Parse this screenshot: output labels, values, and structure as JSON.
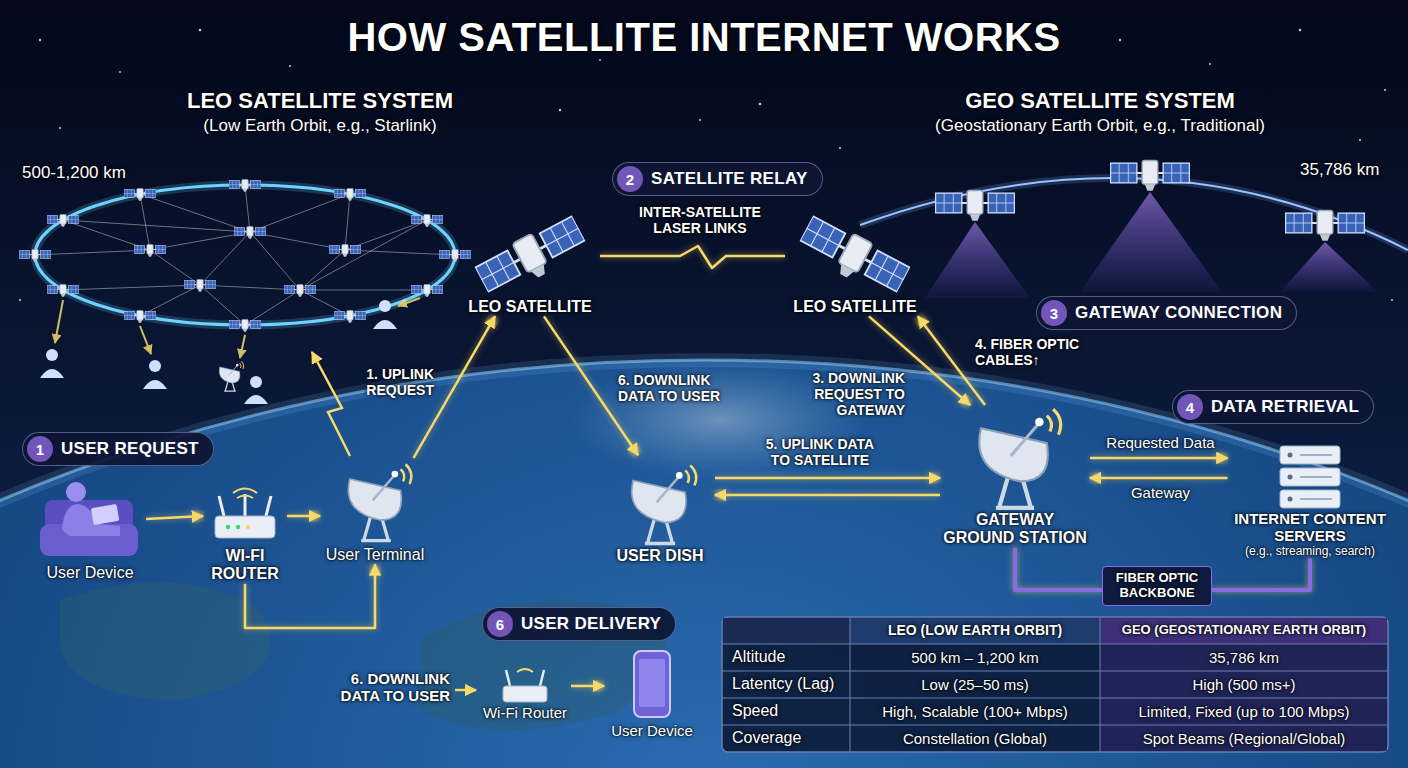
{
  "diagram": {
    "title": "HOW SATELLITE INTERNET WORKS",
    "nodes": [
      {
        "text": [
          "2",
          "SATELLITE RELAY"
        ]
      },
      {
        "text": [
          "LEO SATELLITE"
        ]
      },
      {
        "text": [
          "LEO SATELLITE"
        ]
      },
      {
        "text": [
          "3",
          "GATEWAY CONNECTION"
        ]
      },
      {
        "text": [
          "4",
          "DATA RETRIEVAL"
        ]
      },
      {
        "text": [
          "1",
          "USER REQUEST"
        ]
      },
      {
        "text": [
          "User Device"
        ]
      },
      {
        "text": [
          "WI-FI ROUTER"
        ]
      },
      {
        "text": [
          "User Terminal"
        ]
      },
      {
        "text": [
          "USER DISH"
        ]
      },
      {
        "text": [
          "GATEWAY GROUND STATION"
        ]
      },
      {
        "text": [
          "INTERNET CONTENT SERVERS",
          "(e.g., streaming, search)"
        ]
      },
      {
        "text": [
          "FIBER OPTIC BACKBONE"
        ]
      },
      {
        "text": [
          "6",
          "USER DELIVERY"
        ]
      },
      {
        "text": [
          "Wi-Fi Router"
        ]
      },
      {
        "text": [
          "User Device"
        ]
      }
    ],
    "edges": [
      {
        "from": 6,
        "to": 7,
        "arrow": "to"
      },
      {
        "from": 7,
        "to": 8,
        "arrow": "to"
      },
      {
        "from": 7,
        "to": 8,
        "arrow": "to"
      },
      {
        "from": 8,
        "to": 1,
        "label": "1. UPLINK REQUEST",
        "arrow": "to"
      },
      {
        "from": 1,
        "to": 2,
        "label": "INTER-SATELLITE LASER LINKS",
        "arrow": "none"
      },
      {
        "from": 1,
        "to": 9,
        "label": "6. DOWNLINK DATA TO USER",
        "arrow": "to"
      },
      {
        "from": 2,
        "to": 10,
        "label": "3. DOWNLINK REQUEST TO GATEWAY",
        "arrow": "to"
      },
      {
        "from": 10,
        "to": 2,
        "label": "4. FIBER OPTIC CABLES↑",
        "arrow": "to"
      },
      {
        "from": 9,
        "to": 10,
        "label": "5. UPLINK DATA TO SATELLITE",
        "arrow": "to"
      },
      {
        "from": 10,
        "to": 9,
        "arrow": "to"
      },
      {
        "from": 10,
        "to": 11,
        "label": "Requested Data",
        "arrow": "to"
      },
      {
        "from": 11,
        "to": 10,
        "label": "Gateway",
        "arrow": "to"
      },
      {
        "from": 10,
        "to": 12,
        "arrow": "none"
      },
      {
        "from": 12,
        "to": 11,
        "arrow": "none"
      },
      {
        "from": 14,
        "to": 15,
        "arrow": "to"
      }
    ],
    "labels": [
      "LEO SATELLITE SYSTEM",
      "(Low Earth Orbit, e.g., Starlink)",
      "GEO SATELLITE SYSTEM",
      "(Geostationary Earth Orbit, e.g., Traditional)",
      "500-1,200 km",
      "35,786 km",
      "6. DOWNLINK DATA TO USER",
      "LEO (LOW EARTH ORBIT)",
      "GEO (GEOSTATIONARY EARTH ORBIT)",
      "Altitude",
      "500 km – 1,200 km",
      "35,786 km",
      "Latentcy (Lag)",
      "Low (25–50 ms)",
      "High (500 ms+)",
      "Speed",
      "High, Scalable (100+ Mbps)",
      "Limited, Fixed (up to 100 Mbps)",
      "Coverage",
      "Constellation (Global)",
      "Spot Beams (Regional/Global)"
    ]
  }
}
